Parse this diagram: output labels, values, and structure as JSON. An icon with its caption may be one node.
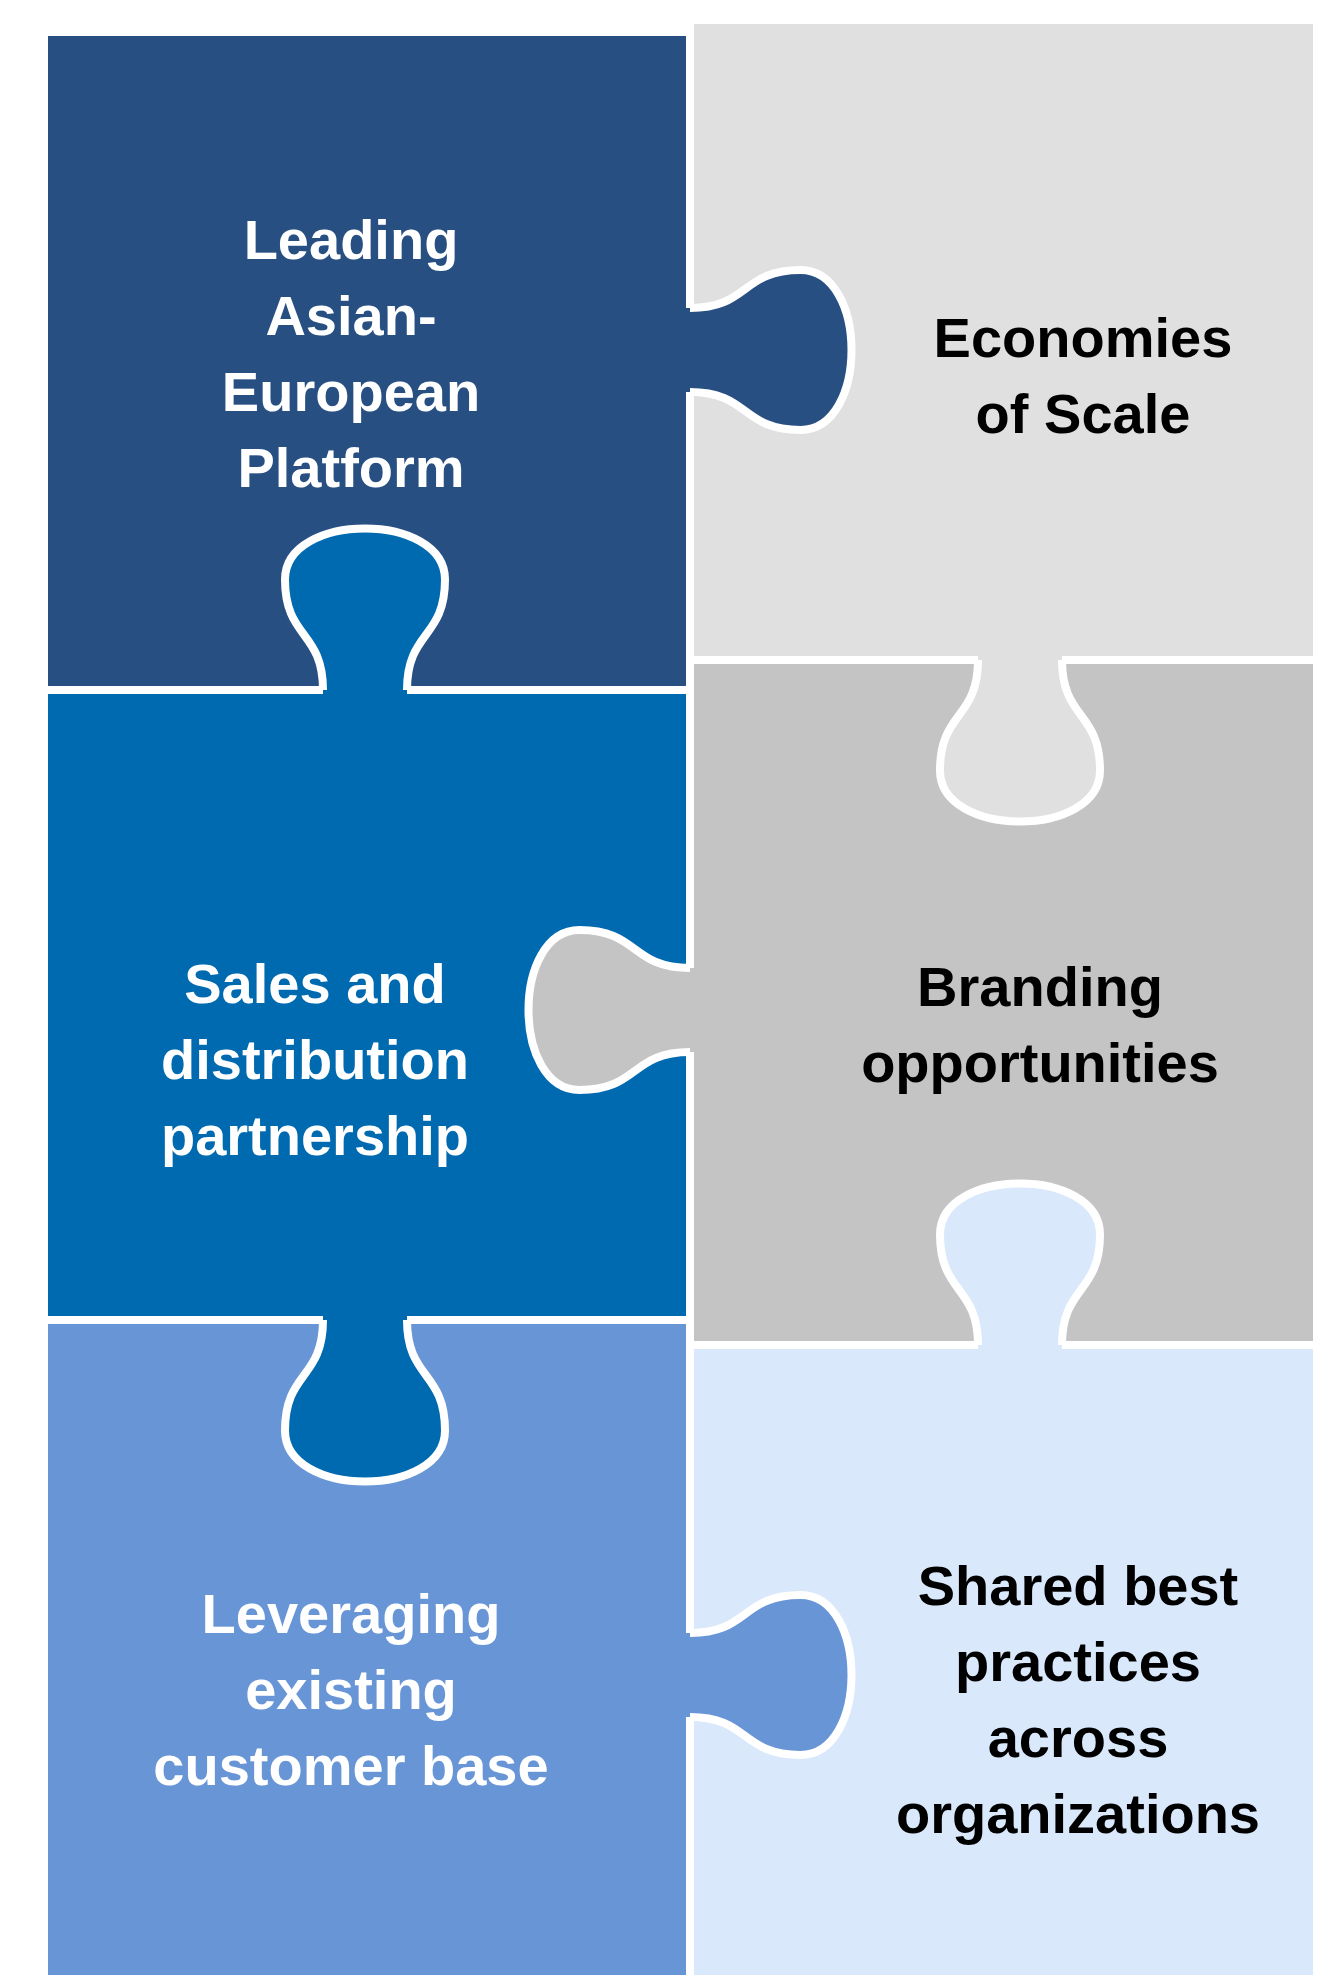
{
  "diagram": {
    "nodes": [
      {
        "text": [
          "Leading Asian-European Platform"
        ]
      },
      {
        "text": [
          "Economies of Scale"
        ]
      },
      {
        "text": [
          "Sales and distribution partnership"
        ]
      },
      {
        "text": [
          "Branding opportunities"
        ]
      },
      {
        "text": [
          "Leveraging existing customer base"
        ]
      },
      {
        "text": [
          "Shared best practices across organizations"
        ]
      }
    ]
  }
}
